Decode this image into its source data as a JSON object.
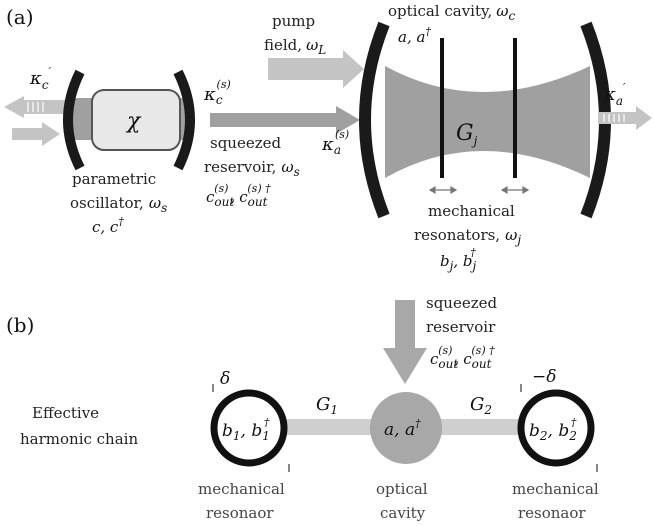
{
  "panels": {
    "a": "(a)",
    "b": "(b)"
  },
  "panel_a": {
    "pump_line1": "pump",
    "pump_line2": "field,",
    "pump_symbol": "ω",
    "pump_symbol_sub": "L",
    "cavity_line1": "optical cavity,",
    "cavity_symbol": "ω",
    "cavity_symbol_sub": "c",
    "cavity_ops": "a, a",
    "cavity_ops_sup": "†",
    "kappa_c_prime": "κ",
    "kappa_c_prime_sub": "c",
    "kappa_c_prime_sup": "′",
    "chi": "χ",
    "kappa_c_s": "κ",
    "kappa_c_s_sub": "c",
    "kappa_c_s_sup": "(s)",
    "kappa_a_s": "κ",
    "kappa_a_s_sub": "a",
    "kappa_a_s_sup": "(s)",
    "kappa_a_prime": "κ",
    "kappa_a_prime_sub": "a",
    "kappa_a_prime_sup": "′",
    "G_j": "G",
    "G_j_sub": "j",
    "osc_line1": "parametric",
    "osc_line2": "oscillator,",
    "osc_symbol": "ω",
    "osc_symbol_sub": "s",
    "osc_ops": "c, c",
    "osc_ops_sup": "†",
    "res_line1": "squeezed",
    "res_line2": "reservoir,",
    "res_symbol": "ω",
    "res_symbol_sub": "s",
    "res_c1": "c",
    "res_c1_sub": "out",
    "res_c1_sup": "(s)",
    "res_comma": ",",
    "res_c2": "c",
    "res_c2_sub": "out",
    "res_c2_sup": "(s) †",
    "mech_line1": "mechanical",
    "mech_line2": "resonators,",
    "mech_symbol": "ω",
    "mech_symbol_sub": "j",
    "mech_ops": "b",
    "mech_ops_sub": "j",
    "mech_ops2": ", b",
    "mech_ops2_sub": "j",
    "mech_ops2_sup": "†"
  },
  "panel_b": {
    "res_line1": "squeezed",
    "res_line2": "reservoir",
    "res_c1": "c",
    "res_c1_sub": "out",
    "res_c1_sup": "(s)",
    "res_comma": ",",
    "res_c2": "c",
    "res_c2_sub": "out",
    "res_c2_sup": "(s) †",
    "chain_line1": "Effective",
    "chain_line2": "harmonic chain",
    "delta_left": "δ",
    "delta_right": "−δ",
    "G1": "G",
    "G1_sub": "1",
    "G2": "G",
    "G2_sub": "2",
    "b1": "b",
    "b1_sub": "1",
    "b1b": ", b",
    "b1b_sub": "1",
    "b1b_sup": "†",
    "b2": "b",
    "b2_sub": "2",
    "b2b": ", b",
    "b2b_sub": "2",
    "b2b_sup": "†",
    "cav_ops": "a, a",
    "cav_ops_sup": "†",
    "mech_left_line1": "mechanical",
    "mech_left_line2": "resonaor",
    "cav_line1": "optical",
    "cav_line2": "cavity",
    "mech_right_line1": "mechanical",
    "mech_right_line2": "resonaor"
  },
  "colors": {
    "beam": "#a0a0a0",
    "arrow": "#b8b8b8",
    "mirror": "#1a1a1a",
    "node_fill": "#a8a8a8",
    "coupling": "#cfcfcf"
  }
}
